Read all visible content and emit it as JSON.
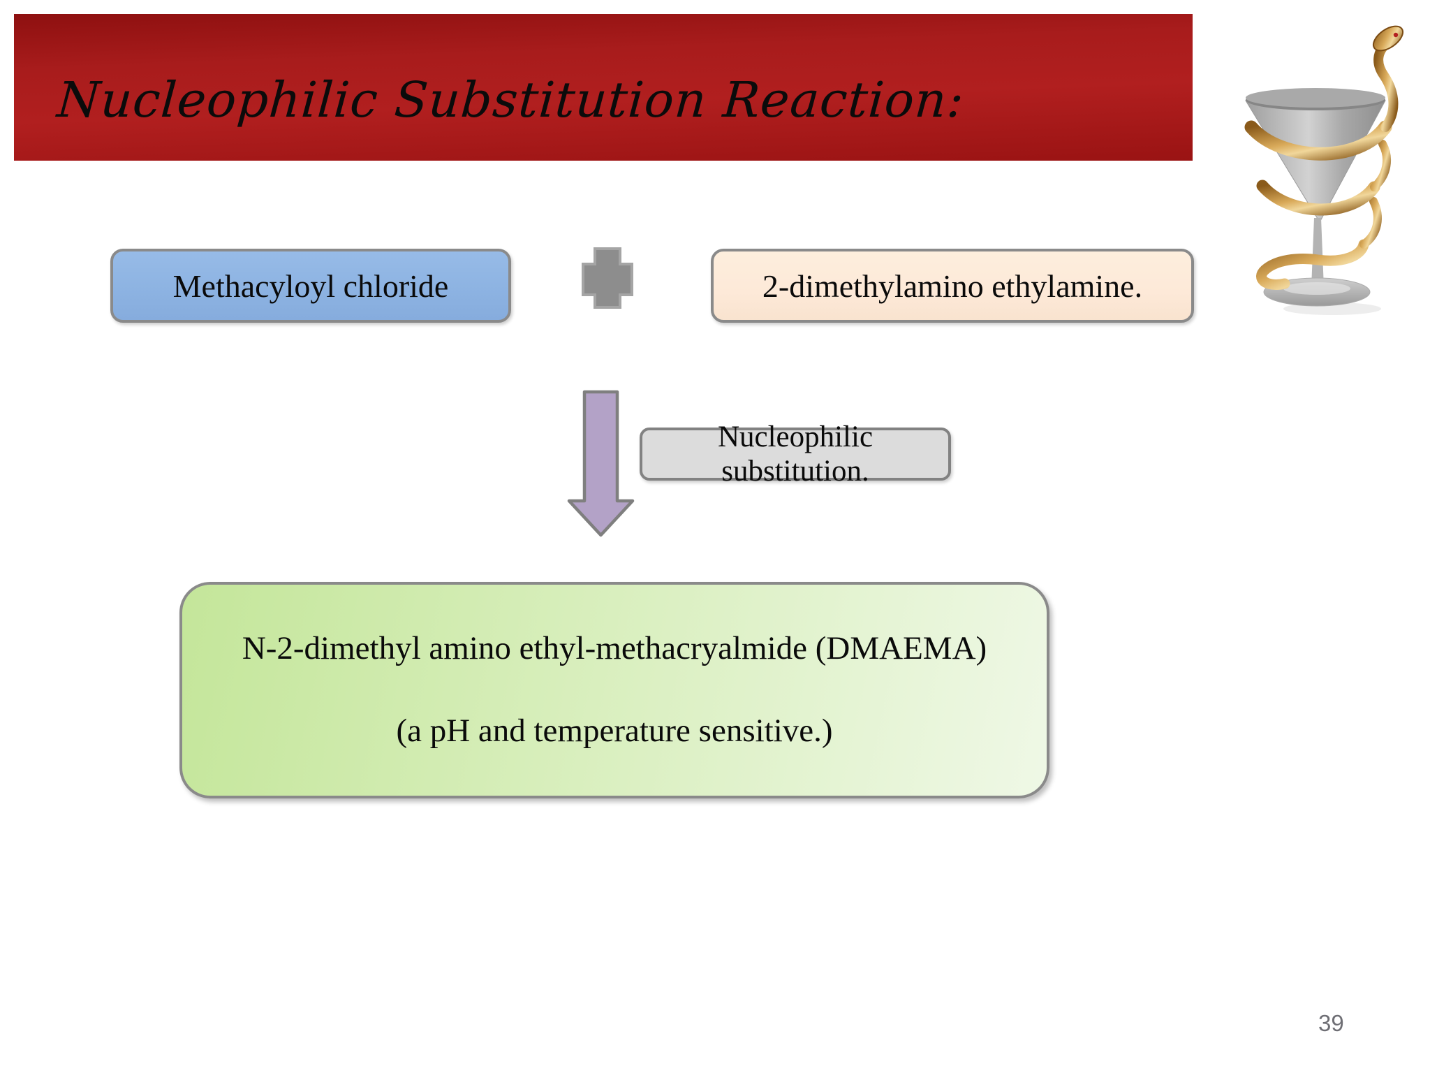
{
  "slide": {
    "title": "Nucleophilic Substitution Reaction:",
    "page_number": "39",
    "banner_color": "#a81c1c",
    "background_color": "#ffffff"
  },
  "icons": {
    "plus": "plus-icon",
    "arrow": "down-arrow-icon",
    "logo": "pharmacy-bowl-of-hygieia-logo"
  },
  "diagram": {
    "reactant_left": {
      "label": "Methacyloyl chloride",
      "fill": "#8DB3E2"
    },
    "reactant_right": {
      "label": "2-dimethylamino ethylamine.",
      "fill": "#FDE9D8"
    },
    "process": {
      "label": "Nucleophilic substitution.",
      "fill": "#DCDCDC"
    },
    "product": {
      "line1": "N-2-dimethyl amino ethyl-methacryalmide (DMAEMA)",
      "line2": "(a pH and temperature sensitive.)",
      "fill_start": "#C4E69A",
      "fill_end": "#EFF8E6"
    },
    "arrow_color": "#B3A2C7",
    "plus_color": "#8D8D8D",
    "border_color": "#8A8A8A"
  }
}
